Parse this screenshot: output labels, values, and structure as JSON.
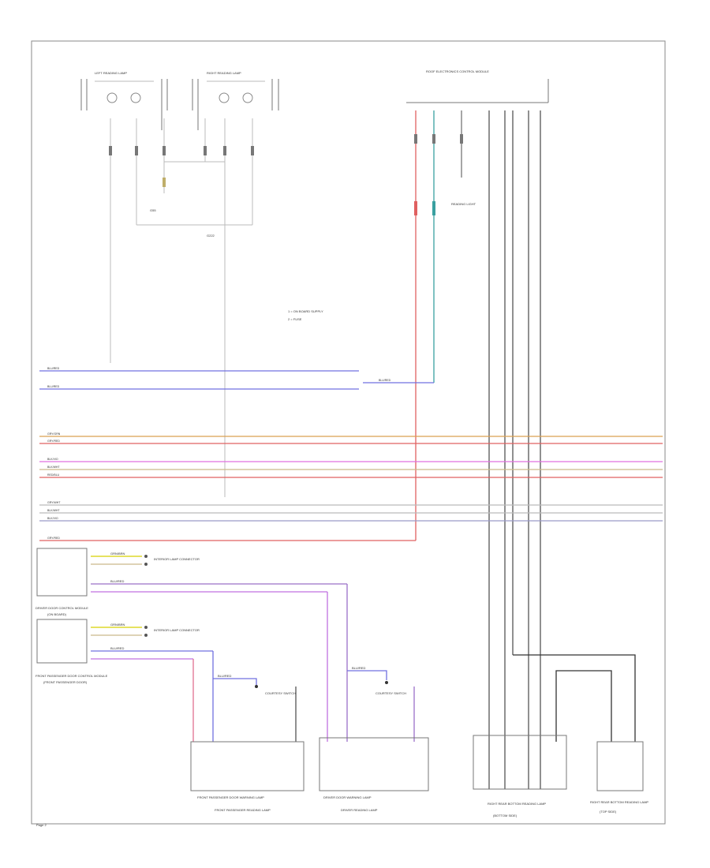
{
  "labels": {
    "left_reading_lamp": "LEFT READING LAMP",
    "right_reading_lamp": "RIGHT READING LAMP",
    "roof_module": "ROOF ELECTRONICS CONTROL MODULE",
    "ground_left": "G55",
    "ground_right": "G222",
    "reading_light": "READING LIGHT",
    "legend_1": "1 = ON BOARD SUPPLY",
    "legend_2": "2 = FUSE",
    "door_module_driver": "DRIVER DOOR CONTROL MODULE",
    "door_module_driver_sub": "(ON BOARD)",
    "door_module_pass": "FRONT PASSENGER DOOR CONTROL MODULE",
    "door_module_pass_sub": "(FRONT PASSENGER DOOR)",
    "interior_lamp_connector": "INTERIOR LAMP CONNECTOR",
    "courtesy_switch": "COURTESY SWITCH",
    "lamp_front_pass": "FRONT PASSENGER DOOR WARNING LAMP",
    "lamp_front_pass_sub": "FRONT PASSENGER READING LAMP",
    "lamp_driver": "DRIVER DOOR WARNING LAMP",
    "lamp_driver_sub": "DRIVER READING LAMP",
    "rear_module": "RIGHT REAR BOTTOM READING LAMP",
    "rear_module_sub": "(BOTTOM SIDE)",
    "rear_module2": "RIGHT REAR BOTTOM READING LAMP",
    "rear_module2_sub": "(TOP SIDE)",
    "page": "Page 2"
  },
  "wires": {
    "w1": "BLU/RED",
    "w2": "BLU/RED",
    "w3": "BLU/RED",
    "w4": "GRY/GRN",
    "w5": "GRY/RED",
    "w6": "BLK/VIO",
    "w7": "BLK/WHT",
    "w8": "RED/BLU",
    "w9": "GRY/WHT",
    "w10": "BLK/WHT",
    "w11": "BLK/VIO",
    "w12": "GRY/RED",
    "w13": "GRN/BRN",
    "w14": "BLU/RED",
    "w15": "GRN/BRN",
    "w16": "BLU/RED",
    "w17": "BLU/RED",
    "w18": "BLU/RED"
  },
  "colors": {
    "blue": "#7070e0",
    "orange": "#d9a050",
    "red": "#e06060",
    "pink": "#e070e0",
    "tan": "#c9b98a",
    "violet": "#9a70c8",
    "grey": "#bbbbbb",
    "dark": "#333333",
    "teal": "#3aa0a0",
    "yellow": "#d8d000"
  }
}
